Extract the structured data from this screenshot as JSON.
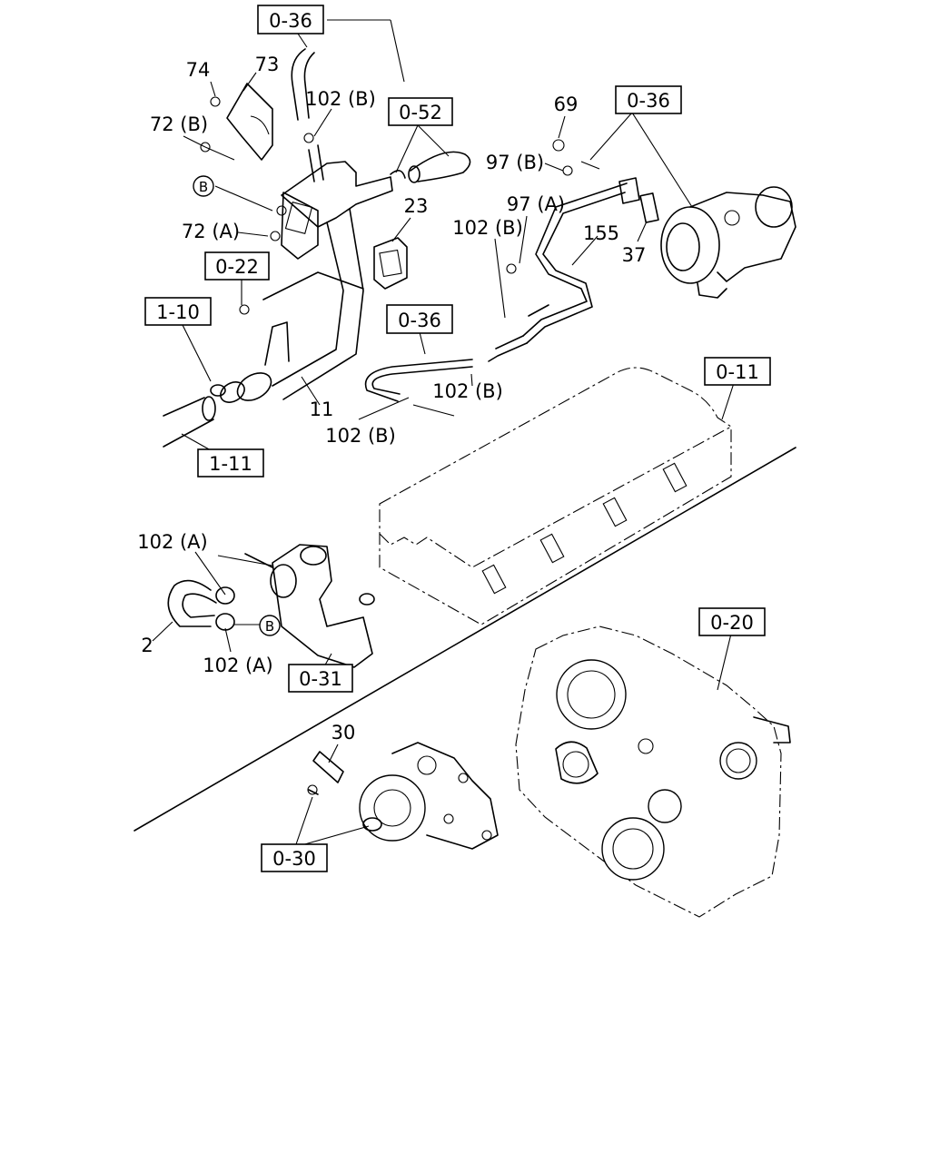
{
  "refs": {
    "r_036_top": "0-36",
    "r_052": "0-52",
    "r_036_right": "0-36",
    "r_022": "0-22",
    "r_110": "1-10",
    "r_036_mid": "0-36",
    "r_011": "0-11",
    "r_111": "1-11",
    "r_020": "0-20",
    "r_031": "0-31",
    "r_030": "0-30"
  },
  "parts": {
    "p74": "74",
    "p73": "73",
    "p102b_top": "102 (B)",
    "p72b": "72 (B)",
    "p_b_circle_top": "B",
    "p72a": "72 (A)",
    "p23": "23",
    "p69": "69",
    "p97b": "97 (B)",
    "p97a": "97 (A)",
    "p102b_mid": "102 (B)",
    "p155": "155",
    "p37": "37",
    "p11": "11",
    "p102b_right": "102 (B)",
    "p102b_bottom": "102 (B)",
    "p102a_top": "102 (A)",
    "p2": "2",
    "p_b_circle_low": "B",
    "p102a_bottom": "102 (A)",
    "p30": "30"
  }
}
